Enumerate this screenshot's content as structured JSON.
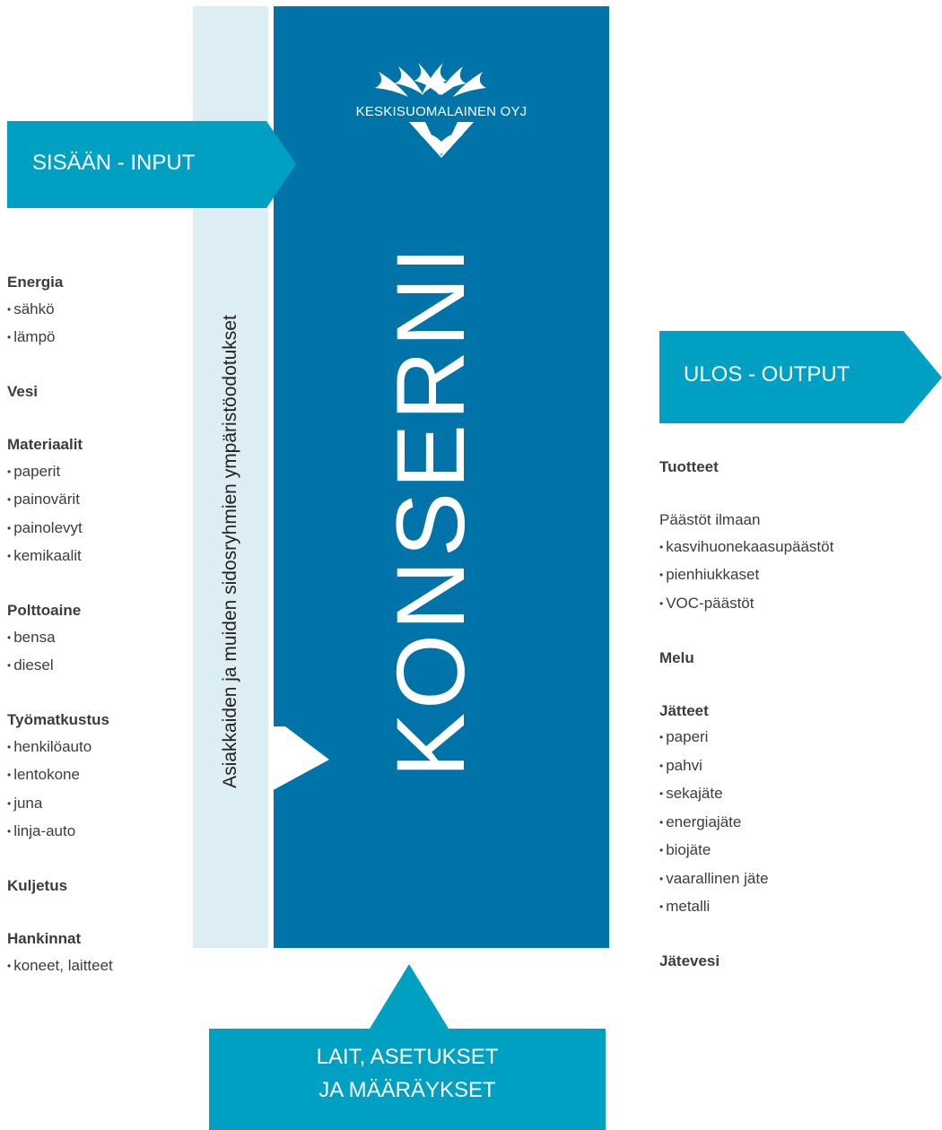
{
  "company": "KESKISUOMALAINEN OYJ",
  "title": "KONSERNI",
  "stakeholder_band": "Asiakkaiden ja muiden sidosryhmien ympäristöodotukset",
  "input_label": "SISÄÄN - INPUT",
  "output_label": "ULOS - OUTPUT",
  "laws_label_line1": "LAIT, ASETUKSET",
  "laws_label_line2": "JA MÄÄRÄYKSET",
  "colors": {
    "main_blue": "#0073a9",
    "arrow_teal": "#00a0c3",
    "band_light": "#dcedf4"
  },
  "inputs": [
    {
      "head": "Energia",
      "items": [
        "sähkö",
        "lämpö"
      ]
    },
    {
      "head": "Vesi",
      "items": []
    },
    {
      "head": "Materiaalit",
      "items": [
        "paperit",
        "painovärit",
        "painolevyt",
        "kemikaalit"
      ]
    },
    {
      "head": "Polttoaine",
      "items": [
        "bensa",
        "diesel"
      ]
    },
    {
      "head": "Työmatkustus",
      "items": [
        "henkilöauto",
        "lentokone",
        "juna",
        "linja-auto"
      ]
    },
    {
      "head": "Kuljetus",
      "items": []
    },
    {
      "head": "Hankinnat",
      "items": [
        "koneet, laitteet"
      ]
    }
  ],
  "outputs": [
    {
      "head": "Tuotteet",
      "bold": true,
      "items": []
    },
    {
      "head": "Päästöt ilmaan",
      "bold": false,
      "items": [
        "kasvihuonekaasupäästöt",
        "pienhiukkaset",
        "VOC-päästöt"
      ]
    },
    {
      "head": "Melu",
      "bold": true,
      "items": []
    },
    {
      "head": "Jätteet",
      "bold": true,
      "items": [
        "paperi",
        "pahvi",
        "sekajäte",
        "energiajäte",
        "biojäte",
        "vaarallinen jäte",
        "metalli"
      ]
    },
    {
      "head": "Jätevesi",
      "bold": true,
      "items": []
    }
  ]
}
